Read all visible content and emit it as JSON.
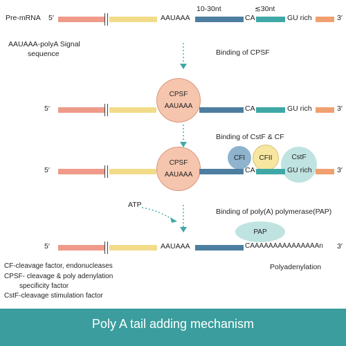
{
  "colors": {
    "exon_pink": "#ef9a8a",
    "exon_yellow": "#f2dc8a",
    "intron_blue": "#4d7ea0",
    "teal": "#3fa8a6",
    "tail_orange": "#f0a070",
    "cpsf_circle": "#f6c5ad",
    "cfi_circle": "#8fb3cd",
    "cfii_circle": "#f6e6a0",
    "cstf_circle": "#bfe3e0",
    "pap_ellipse": "#bfe3e0",
    "footer": "#3b9d9d"
  },
  "row1": {
    "label": "Pre-mRNA",
    "five": "5′",
    "aauaaa": "AAUAAA",
    "ca": "CA",
    "gu": "GU rich",
    "three": "3′",
    "top_left_label": "10-30nt",
    "top_right_label": "≲30nt"
  },
  "signal_label_line1": "AAUAAA-polyA Signal",
  "signal_label_line2": "sequence",
  "step1_label": "Binding of CPSF",
  "row2": {
    "five": "5′",
    "cpsf": "CPSF",
    "aauaaa": "AAUAAA",
    "ca": "CA",
    "gu": "GU rich",
    "three": "3′"
  },
  "step2_label": "Binding of CstF & CF",
  "row3": {
    "five": "5′",
    "cpsf": "CPSF",
    "aauaaa": "AAUAAA",
    "cfi": "CFI",
    "cfii": "CFII",
    "cstf": "CstF",
    "ca": "CA",
    "gu": "GU rich",
    "three": "3′"
  },
  "atp_label": "ATP",
  "step3_label": "Binding of poly(A) polymerase(PAP)",
  "row4": {
    "five": "5′",
    "aauaaa": "AAUAAA",
    "pap": "PAP",
    "polya": "CAAAAAAAAAAAAAAAn",
    "three": "3′"
  },
  "polyadenylation_label": "Polyadenylation",
  "legend": [
    "CF-cleavage factor, endonucleases",
    "CPSF- cleavage & poly adenylation",
    "specificity  factor",
    "CstF-cleavage stimulation factor"
  ],
  "footer_title": "Poly A tail adding mechanism"
}
